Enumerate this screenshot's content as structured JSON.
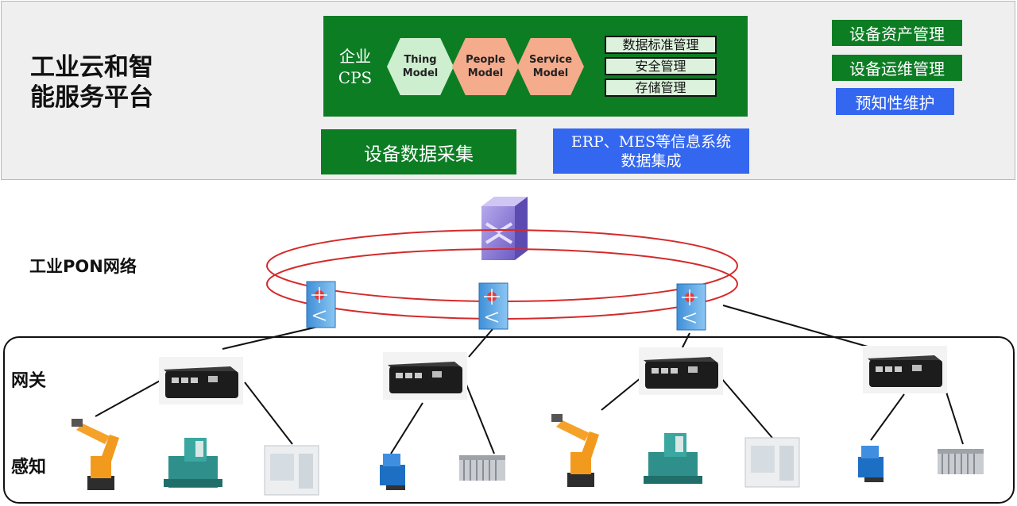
{
  "platform": {
    "title": "工业云和智能服务平台"
  },
  "cps": {
    "label": "企业\nCPS",
    "models": [
      "Thing\nModel",
      "People\nModel",
      "Service\nModel"
    ],
    "management": [
      "数据标准管理",
      "安全管理",
      "存储管理"
    ]
  },
  "bottom_bars": {
    "device_data": "设备数据采集",
    "erp_mes": "ERP、MES等信息系统\n数据集成"
  },
  "side_services": [
    "设备资产管理",
    "设备运维管理",
    "预知性维护"
  ],
  "layers": {
    "pon": "工业PON网络",
    "gateway": "网关",
    "sensing": "感知"
  },
  "colors": {
    "green": "#0d7d24",
    "blue": "#3467f0",
    "ring": "#d42a2a"
  },
  "icons": {
    "core": "router-cube-icon",
    "switch": "switch-icon",
    "gateway": "gateway-box-icon",
    "devices": [
      "robot-arm-icon",
      "cnc-machine-icon",
      "cabinet-icon",
      "blue-machine-icon",
      "server-rack-icon"
    ]
  }
}
